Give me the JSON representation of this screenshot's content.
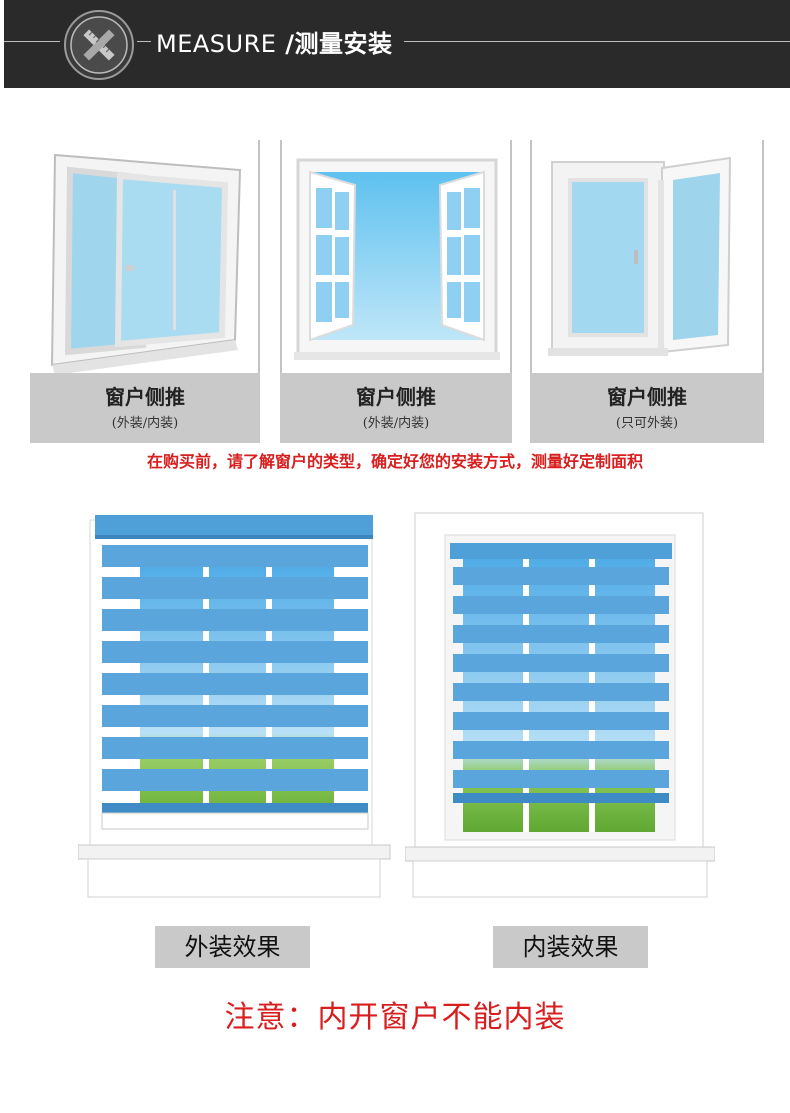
{
  "header": {
    "title_en": "MEASURE",
    "title_cn": " /测量安装",
    "emblem_icon": "ruler-cross-icon"
  },
  "windows": [
    {
      "label": "窗户侧推",
      "sub": "(外装/内装)",
      "type": "sliding-window"
    },
    {
      "label": "窗户侧推",
      "sub": "(外装/内装)",
      "type": "casement-inward"
    },
    {
      "label": "窗户侧推",
      "sub": "(只可外装)",
      "type": "casement-outward"
    }
  ],
  "notice": "在购买前，请了解窗户的类型，确定好您的安装方式，测量好定制面积",
  "effects": [
    {
      "label": "外装效果"
    },
    {
      "label": "内装效果"
    }
  ],
  "final_note": "注意：内开窗户不能内装",
  "colors": {
    "header_bg": "#2a2a2a",
    "caption_bg": "#c9c9c9",
    "accent_red": "#d81e1e",
    "blind_blue": "#5aa6dc",
    "glass_blue": "#8fd0f2"
  }
}
